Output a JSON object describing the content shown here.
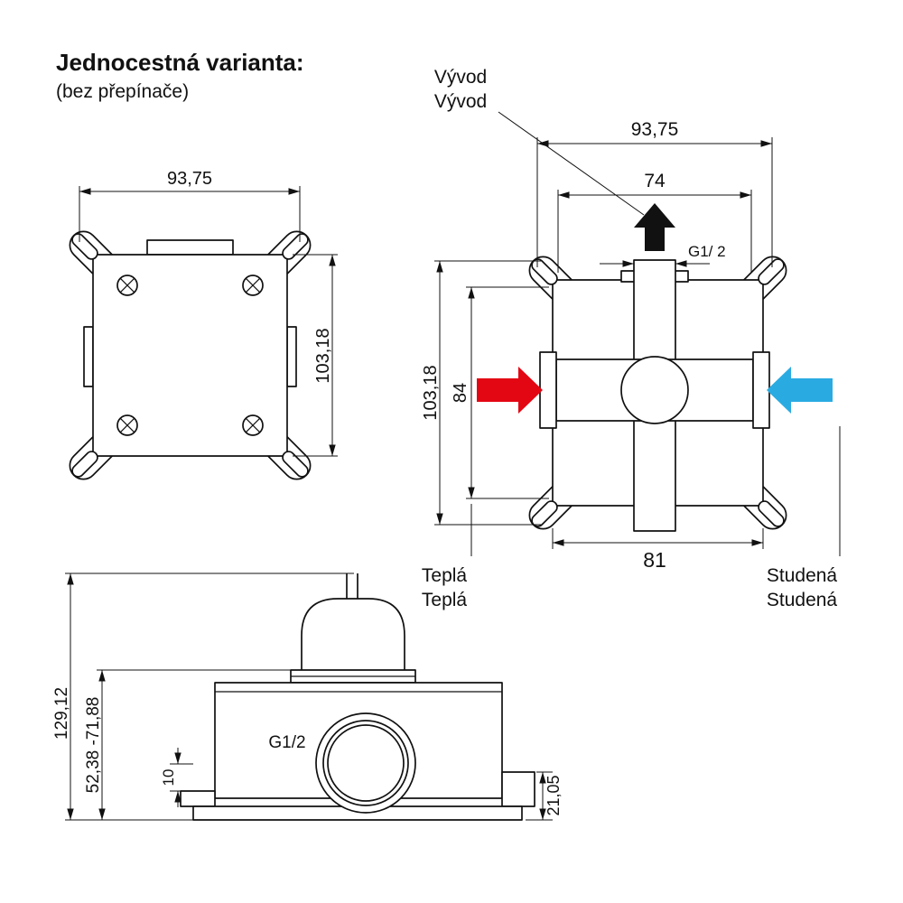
{
  "title": {
    "main": "Jednocestná varianta:",
    "sub": "(bez přepínače)"
  },
  "front_view": {
    "width_dim": "93,75",
    "height_dim": "103,18"
  },
  "main_view": {
    "outlet_label_line1": "Vývod",
    "outlet_label_line2": "Vývod",
    "overall_width_dim": "93,75",
    "inner_width_dim": "74",
    "thread_label": "G1/ 2",
    "overall_height_dim": "103,18",
    "inner_height_dim": "84",
    "bottom_width_dim": "81",
    "hot_label_line1": "Teplá",
    "hot_label_line2": "Teplá",
    "cold_label_line1": "Studená",
    "cold_label_line2": "Studená",
    "hot_color": "#e30613",
    "cold_color": "#29abe2",
    "outlet_color": "#111111"
  },
  "side_view": {
    "overall_height_dim": "129,12",
    "depth_range_dim": "52,38 -71,88",
    "offset_dim": "10",
    "thread_label": "G1/2",
    "base_height_dim": "21,05"
  }
}
